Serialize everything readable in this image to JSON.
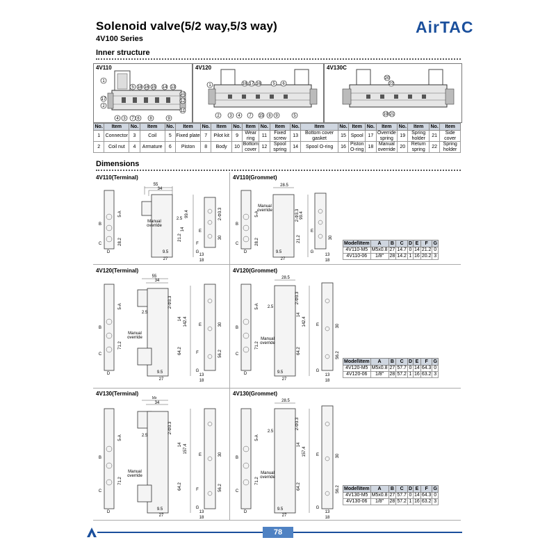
{
  "header": {
    "title": "Solenoid valve(5/2 way,5/3 way)",
    "series": "4V100 Series",
    "brand": "AirTAC"
  },
  "sections": {
    "inner": "Inner structure",
    "dims": "Dimensions"
  },
  "inner_panels": {
    "p1": "4V110",
    "p2": "4V120",
    "p3": "4V130C"
  },
  "callouts": {
    "p1": [
      "1",
      "5",
      "18",
      "16",
      "15",
      "14",
      "13",
      "17",
      "10",
      "2",
      "12",
      "11",
      "4",
      "3",
      "7",
      "6",
      "8",
      "9"
    ],
    "p2": [
      "1",
      "18",
      "17",
      "16",
      "5",
      "6",
      "2",
      "3",
      "4",
      "7",
      "15",
      "8",
      "9",
      "5"
    ],
    "p3": [
      "20",
      "22",
      "19",
      "21"
    ]
  },
  "parts_table": {
    "headers": [
      "No.",
      "Item",
      "No.",
      "Item",
      "No.",
      "Item",
      "No.",
      "Item",
      "No.",
      "Item",
      "No.",
      "Item",
      "No.",
      "Item",
      "No.",
      "Item",
      "No.",
      "Item",
      "No.",
      "Item",
      "No.",
      "Item"
    ],
    "row1": [
      "1",
      "Connector",
      "3",
      "Coil",
      "5",
      "Fixed plate",
      "7",
      "Pilot kit",
      "9",
      "Wear ring",
      "11",
      "Fixed screw",
      "13",
      "Bottom cover gasket",
      "15",
      "Spool",
      "17",
      "Override spring",
      "19",
      "Spring holder",
      "21",
      "Side cover"
    ],
    "row2": [
      "2",
      "Coil nut",
      "4",
      "Armature",
      "6",
      "Piston",
      "8",
      "Body",
      "10",
      "Bottom cover",
      "12",
      "Spool spring",
      "14",
      "Spool O-ring",
      "16",
      "Piston O-ring",
      "18",
      "Manual override",
      "20",
      "Return spring",
      "22",
      "Spring holder"
    ]
  },
  "dim_panels": {
    "d1": "4V110(Terminal)",
    "d2": "4V110(Grommet)",
    "d3": "4V120(Terminal)",
    "d4": "4V120(Grommet)",
    "d5": "4V130(Terminal)",
    "d6": "4V130(Grommet)"
  },
  "drawing_labels": {
    "manual_override": "Manual override",
    "manual": "Manual",
    "override": "override",
    "d55": "55",
    "d34": "34",
    "d28_5": "28.5",
    "d2_5": "2.5",
    "d9_5": "9.5",
    "d27": "27",
    "d13": "13",
    "d18": "18",
    "d5a": "5-A",
    "d2phi": "2-Φ3.3",
    "d99_4": "99.4",
    "d142_4": "142.4",
    "d157_4": "157.4",
    "d14": "14",
    "d30": "30",
    "d28_2": "28.2",
    "d71_2": "71.2",
    "d64_2": "64.2",
    "d56_2": "56.2",
    "d21_2": "21.2",
    "B": "B",
    "C": "C",
    "D": "D",
    "E": "E",
    "F": "F",
    "G": "G"
  },
  "model_tables": {
    "t1": {
      "headers": [
        "Model\\Item",
        "A",
        "B",
        "C",
        "D",
        "E",
        "F",
        "G"
      ],
      "rows": [
        [
          "4V110-M5",
          "M5x0.8",
          "27",
          "14.7",
          "0",
          "14",
          "21.2",
          "0"
        ],
        [
          "4V110-06",
          "1/8\"",
          "28",
          "14.2",
          "1",
          "16",
          "20.2",
          "3"
        ]
      ]
    },
    "t2": {
      "headers": [
        "Model\\Item",
        "A",
        "B",
        "C",
        "D",
        "E",
        "F",
        "G"
      ],
      "rows": [
        [
          "4V120-M5",
          "M5x0.8",
          "27",
          "57.7",
          "0",
          "14",
          "64.3",
          "0"
        ],
        [
          "4V120-06",
          "1/8\"",
          "28",
          "57.2",
          "1",
          "16",
          "63.2",
          "3"
        ]
      ]
    },
    "t3": {
      "headers": [
        "Model\\Item",
        "A",
        "B",
        "C",
        "D",
        "E",
        "F",
        "G"
      ],
      "rows": [
        [
          "4V130-M5",
          "M5x0.8",
          "27",
          "57.7",
          "0",
          "14",
          "64.3",
          "0"
        ],
        [
          "4V130-06",
          "1/8\"",
          "28",
          "57.2",
          "1",
          "16",
          "63.2",
          "3"
        ]
      ]
    }
  },
  "footer": {
    "page": "78"
  },
  "colors": {
    "brand_blue": "#1a4f9c",
    "page_tab": "#4f82c3",
    "table_header": "#cfd6e0"
  }
}
